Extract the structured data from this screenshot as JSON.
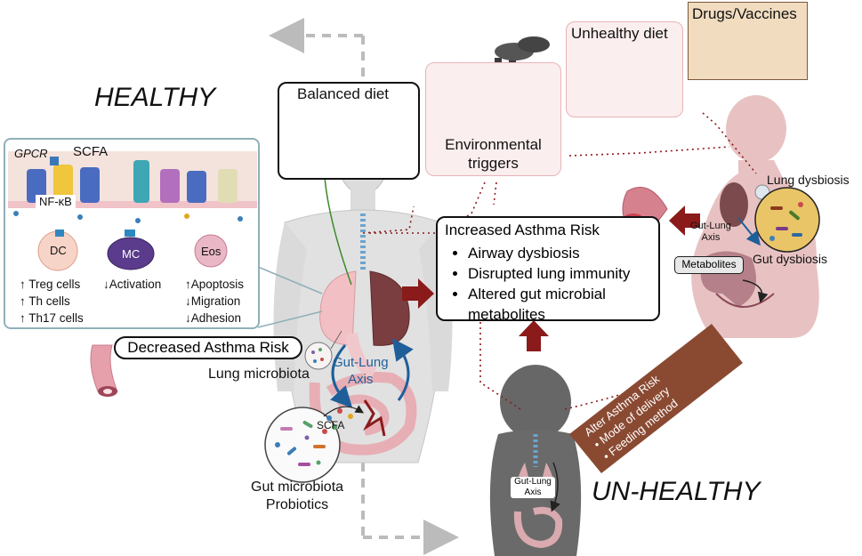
{
  "headings": {
    "healthy": "HEALTHY",
    "unhealthy": "UN-HEALTHY"
  },
  "inset": {
    "gpcr": "GPCR",
    "scfa": "SCFA",
    "nfkb": "NF-κB",
    "cells": [
      {
        "name": "DC",
        "effects": [
          "↑ Treg cells",
          "↑ Th cells",
          "↑ Th17 cells"
        ]
      },
      {
        "name": "MC",
        "effects": [
          "↓Activation"
        ]
      },
      {
        "name": "Eos",
        "effects": [
          "↑Apoptosis",
          "↓Migration",
          "↓Adhesion"
        ]
      }
    ]
  },
  "labels": {
    "balanced_diet": "Balanced diet",
    "environmental_triggers": [
      "Environmental",
      "triggers"
    ],
    "unhealthy_diet": "Unhealthy diet",
    "drugs_vaccines": "Drugs/Vaccines",
    "decreased_risk": "Decreased Asthma Risk",
    "lung_microbiota": "Lung microbiota",
    "gut_lung_axis_main": [
      "Gut-Lung",
      "Axis"
    ],
    "scfa_gut": "SCFA",
    "gut_microbiota": [
      "Gut microbiota",
      "Probiotics"
    ],
    "lung_dysbiosis": "Lung dysbiosis",
    "gut_dysbiosis": "Gut dysbiosis",
    "gut_lung_axis_mother": [
      "Gut-Lung",
      "Axis"
    ],
    "metabolites": "Metabolites",
    "gut_lung_axis_child": [
      "Gut-Lung",
      "Axis"
    ]
  },
  "increased_risk": {
    "title": "Increased Asthma Risk",
    "items": [
      "Airway dysbiosis",
      "Disrupted lung immunity",
      "Altered gut microbial metabolites"
    ]
  },
  "alter_risk": {
    "title": "Alter Asthma Risk",
    "items": [
      "Mode of delivery",
      "Feeding method"
    ]
  },
  "colors": {
    "inset_border": "#8fb0b8",
    "arrow_dark_red": "#8b1a1a",
    "dotted_red": "#8b1a1a",
    "grey_dashed": "#bbbbbb",
    "axis_blue": "#1f5f99",
    "alter_banner": "#8a4a32",
    "mother_skin": "#e9c3c3",
    "child_skin": "#6a6a6a",
    "healthy_body": "#d9d9d9"
  }
}
